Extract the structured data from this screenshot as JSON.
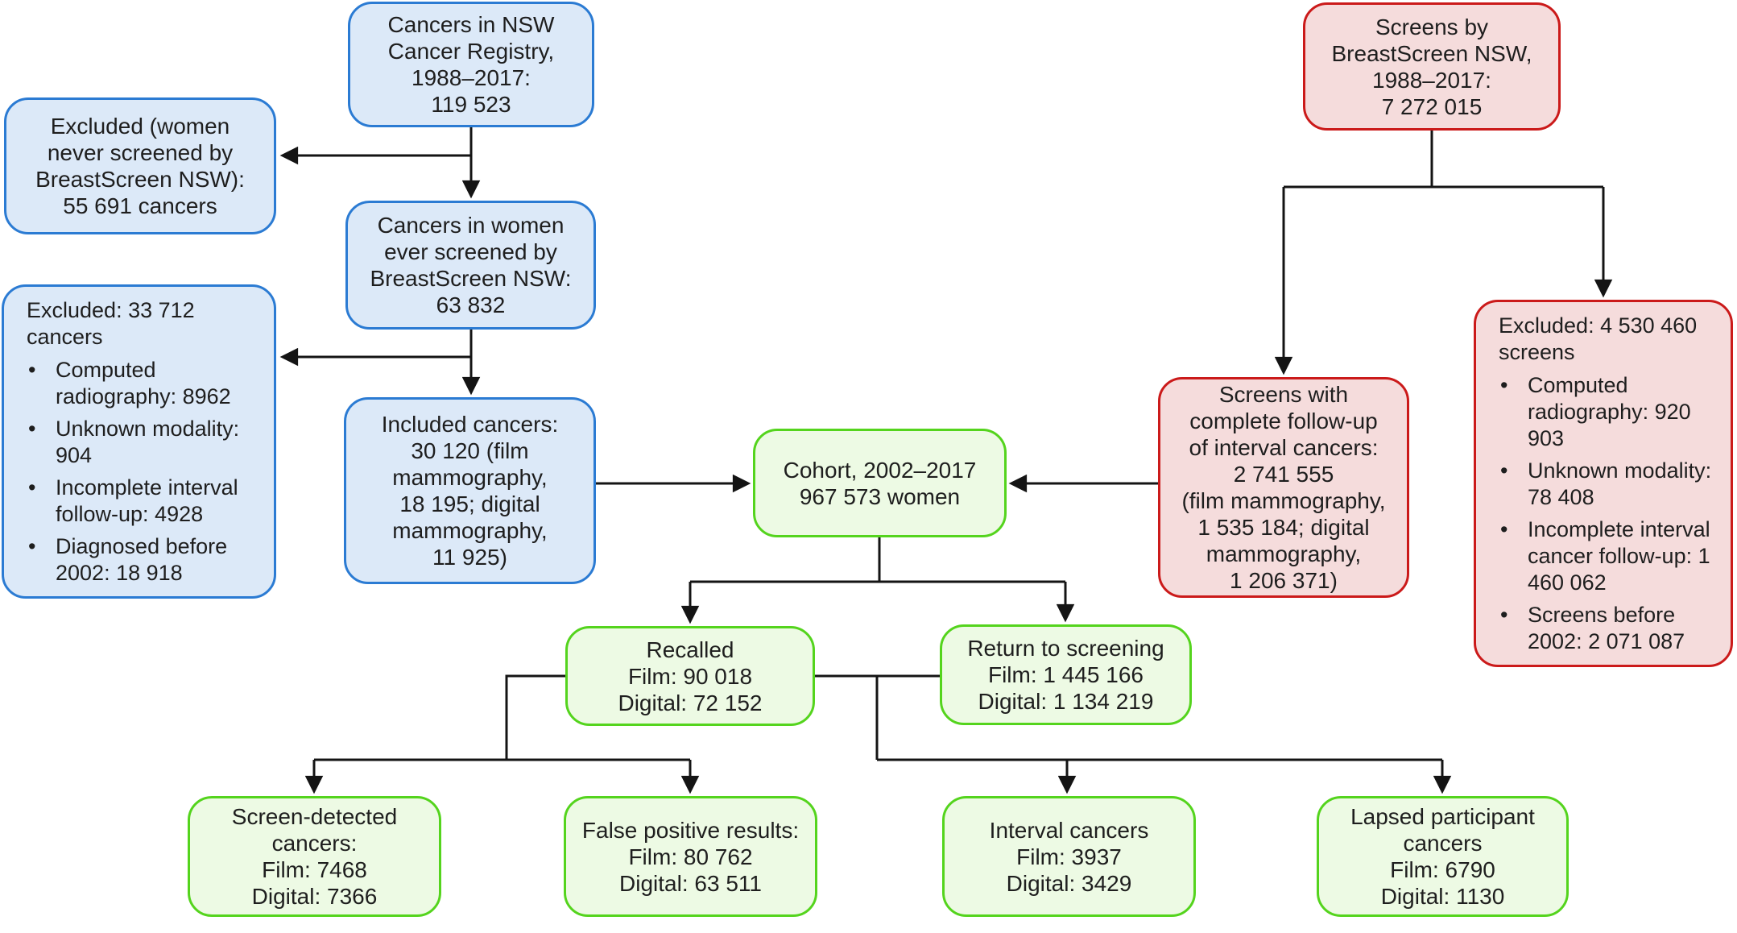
{
  "palette": {
    "blue_fill": "#dce9f8",
    "blue_border": "#2b7bd3",
    "red_fill": "#f5dcdc",
    "red_border": "#cb1a1a",
    "green_fill": "#edfae4",
    "green_border": "#54d41d",
    "line": "#141414",
    "text": "#1e1e1e",
    "background": "#ffffff"
  },
  "boxes": {
    "registry": {
      "color": "blue",
      "lines": [
        "Cancers in NSW",
        "Cancer Registry,",
        "1988–2017:",
        "119 523"
      ]
    },
    "excluded_never_screened": {
      "color": "blue",
      "lines": [
        "Excluded (women",
        "never screened by",
        "BreastScreen NSW):",
        "55 691 cancers"
      ]
    },
    "ever_screened": {
      "color": "blue",
      "lines": [
        "Cancers in women",
        "ever screened by",
        "BreastScreen NSW:",
        "63 832"
      ]
    },
    "excluded_cancers": {
      "color": "blue",
      "title": "Excluded: 33 712 cancers",
      "items": [
        "Computed radiography: 8962",
        "Unknown modality: 904",
        "Incomplete interval follow-up: 4928",
        "Diagnosed before 2002: 18 918"
      ]
    },
    "included_cancers": {
      "color": "blue",
      "lines": [
        "Included cancers:",
        "30 120 (film",
        "mammography,",
        "18 195; digital",
        "mammography,",
        "11 925)"
      ]
    },
    "cohort": {
      "color": "green",
      "lines": [
        "Cohort, 2002–2017",
        "967 573 women"
      ]
    },
    "screens": {
      "color": "red",
      "lines": [
        "Screens by",
        "BreastScreen NSW,",
        "1988–2017:",
        "7 272 015"
      ]
    },
    "screens_followup": {
      "color": "red",
      "lines": [
        "Screens with",
        "complete follow-up",
        "of interval cancers:",
        "2 741 555",
        "(film mammography,",
        "1 535 184; digital",
        "mammography,",
        "1 206 371)"
      ]
    },
    "excluded_screens": {
      "color": "red",
      "title": "Excluded: 4 530 460 screens",
      "items": [
        "Computed radiography: 920 903",
        "Unknown modality: 78 408",
        "Incomplete interval cancer follow-up: 1 460 062",
        "Screens before 2002: 2 071 087"
      ]
    },
    "recalled": {
      "color": "green",
      "lines": [
        "Recalled",
        "Film: 90 018",
        "Digital: 72 152"
      ]
    },
    "return_to_screening": {
      "color": "green",
      "lines": [
        "Return to screening",
        "Film: 1 445 166",
        "Digital: 1 134 219"
      ]
    },
    "screen_detected": {
      "color": "green",
      "lines": [
        "Screen-detected",
        "cancers:",
        "Film: 7468",
        "Digital: 7366"
      ]
    },
    "false_positive": {
      "color": "green",
      "lines": [
        "False positive results:",
        "Film: 80 762",
        "Digital: 63 511"
      ]
    },
    "interval_cancers": {
      "color": "green",
      "lines": [
        "Interval cancers",
        "Film: 3937",
        "Digital: 3429"
      ]
    },
    "lapsed_participant": {
      "color": "green",
      "lines": [
        "Lapsed participant",
        "cancers",
        "Film: 6790",
        "Digital: 1130"
      ]
    }
  }
}
